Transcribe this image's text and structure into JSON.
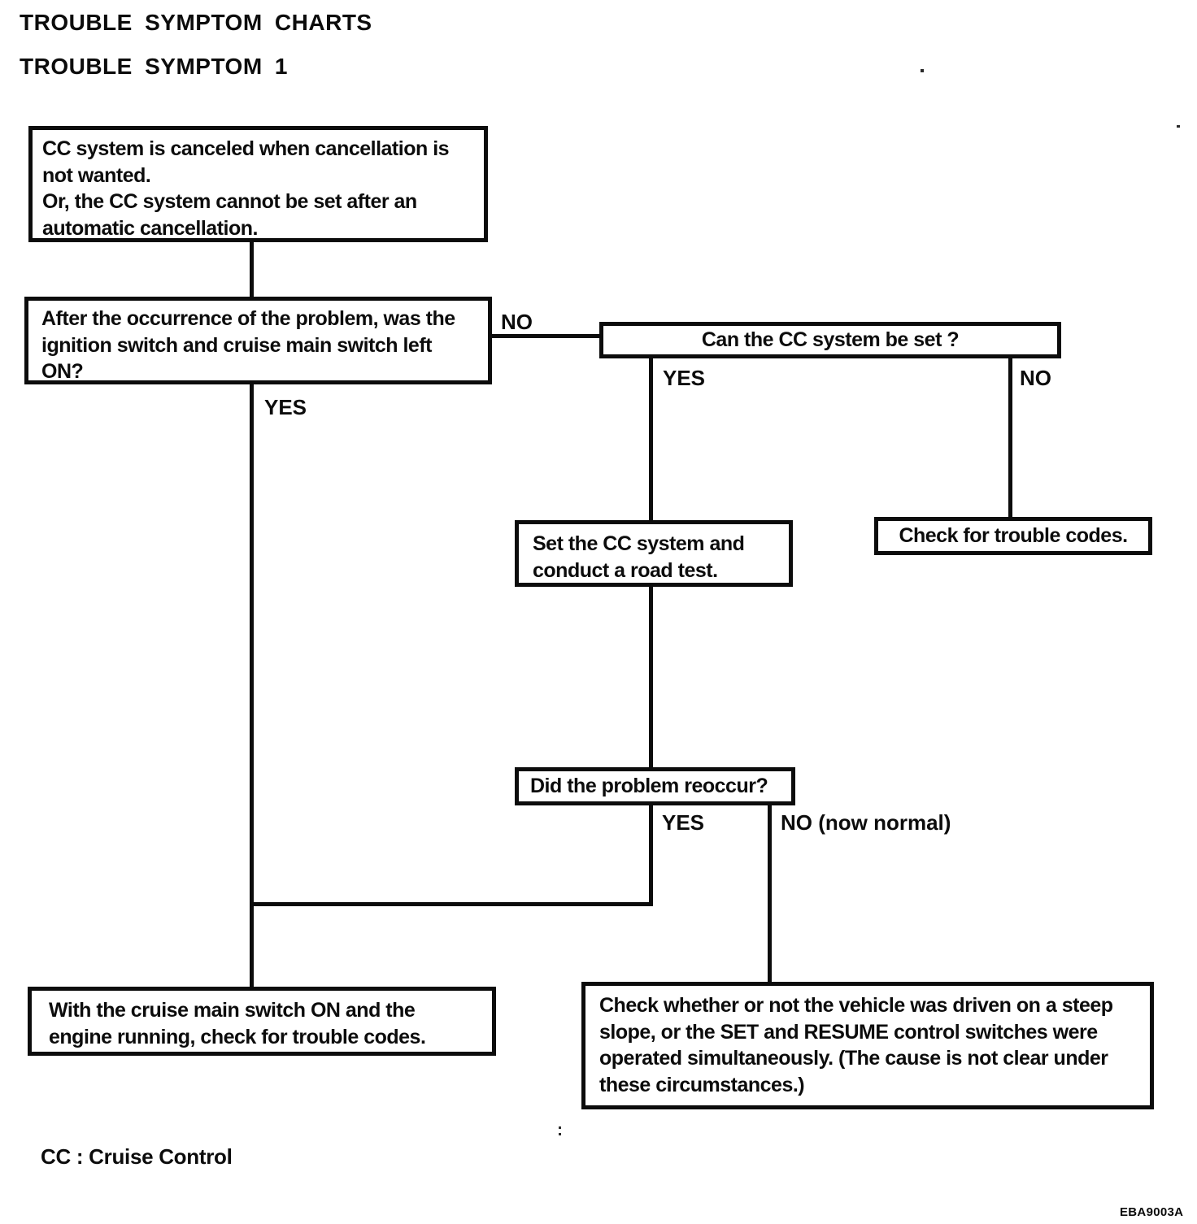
{
  "page": {
    "title": "TROUBLE SYMPTOM CHARTS",
    "subtitle": "TROUBLE SYMPTOM 1",
    "footnote": "CC : Cruise Control",
    "figure_code": "EBA9003A"
  },
  "colors": {
    "ink": "#0c0c0c",
    "paper": "#ffffff"
  },
  "flowchart": {
    "nodes": {
      "symptom": "CC system is canceled when cancellation is\nnot wanted.\nOr, the CC system cannot be set after an\nautomatic cancellation.",
      "question_ignition": "After the occurrence of the problem, was the\nignition switch and cruise main switch left\nON?",
      "question_can_set": "Can the CC system be set ?",
      "action_road_test": "Set the CC system and\nconduct a road test.",
      "check_trouble_codes": "Check for trouble codes.",
      "question_reoccur": "Did the problem reoccur?",
      "result_check_codes_engine": "With the cruise main switch ON and the\nengine running, check for trouble codes.",
      "result_check_slope": "Check whether or not the vehicle was driven on a steep\nslope, or the SET and RESUME control switches were\noperated simultaneously. (The cause is not clear under\nthese circumstances.)"
    },
    "branch_labels": {
      "ignition_no": "NO",
      "ignition_yes": "YES",
      "can_set_yes": "YES",
      "can_set_no": "NO",
      "reoccur_yes": "YES",
      "reoccur_no": "NO (now normal)"
    }
  }
}
